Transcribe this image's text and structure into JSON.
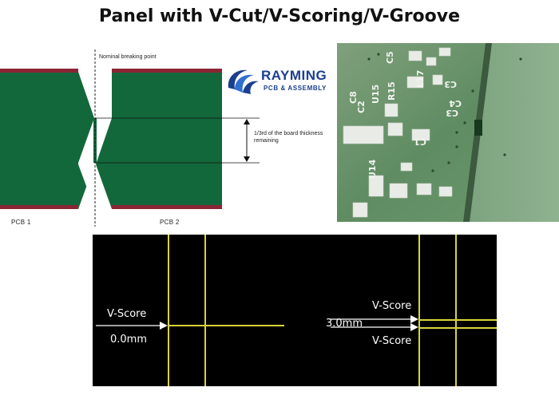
{
  "title": "Panel with V-Cut/V-Scoring/V-Groove",
  "diagram": {
    "nominal_label": "Nominal breaking point",
    "thickness_label_line1": "1/3rd of the board thickness",
    "thickness_label_line2": "remaining",
    "pcb1_label": "PCB 1",
    "pcb2_label": "PCB 2",
    "board_color": "#13683b",
    "edge_color": "#8a2534"
  },
  "logo": {
    "name": "RAYMING",
    "subtitle": "PCB & ASSEMBLY",
    "brand_color": "#1b3f8f"
  },
  "photo": {
    "silkscreen": [
      "C5",
      "C3",
      "C4",
      "C3",
      "C8",
      "C2",
      "C1",
      "R15",
      "U15",
      "L17",
      "U14"
    ]
  },
  "panels": [
    {
      "label_top": "V-Score",
      "label_bottom": "0.0mm"
    },
    {
      "label_top": "V-Score",
      "label_middle": "3.0mm",
      "label_bottom": "V-Score"
    }
  ],
  "colors": {
    "score_line": "#d8d43a",
    "panel_bg": "#000000"
  }
}
